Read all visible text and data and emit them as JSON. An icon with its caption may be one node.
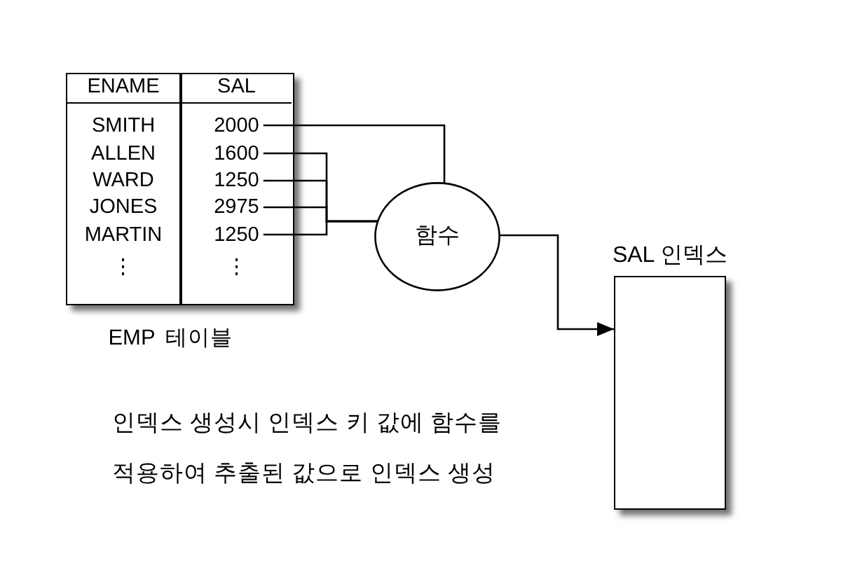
{
  "diagram": {
    "nodes": [
      {
        "text": [
          "EMP 테이블"
        ]
      },
      {
        "text": [
          "ENAME"
        ],
        "in": 0
      },
      {
        "text": [
          "SAL"
        ],
        "in": 0
      },
      {
        "text": [
          "SMITH"
        ],
        "in": 1
      },
      {
        "text": [
          "ALLEN"
        ],
        "in": 1
      },
      {
        "text": [
          "WARD"
        ],
        "in": 1
      },
      {
        "text": [
          "JONES"
        ],
        "in": 1
      },
      {
        "text": [
          "MARTIN"
        ],
        "in": 1
      },
      {
        "text": [
          "⋮"
        ],
        "in": 1
      },
      {
        "text": [
          "2000"
        ],
        "in": 2
      },
      {
        "text": [
          "1600"
        ],
        "in": 2
      },
      {
        "text": [
          "1250"
        ],
        "in": 2
      },
      {
        "text": [
          "2975"
        ],
        "in": 2
      },
      {
        "text": [
          "1250"
        ],
        "in": 2
      },
      {
        "text": [
          "⋮"
        ],
        "in": 2
      },
      {
        "text": [
          "함수"
        ]
      },
      {
        "text": [
          "SAL 인덱스"
        ]
      }
    ],
    "edges": [
      {
        "from": 9,
        "to": 15,
        "arrow": "none"
      },
      {
        "from": 10,
        "to": 15,
        "arrow": "none"
      },
      {
        "from": 11,
        "to": 15,
        "arrow": "none"
      },
      {
        "from": 12,
        "to": 15,
        "arrow": "none"
      },
      {
        "from": 13,
        "to": 15,
        "arrow": "none"
      },
      {
        "from": 15,
        "to": 16,
        "arrow": "to"
      }
    ],
    "labels": [
      "인덱스 생성시 인덱스 키 값에 함수를 적용하여 추출된 값으로 인덱스 생성"
    ]
  }
}
